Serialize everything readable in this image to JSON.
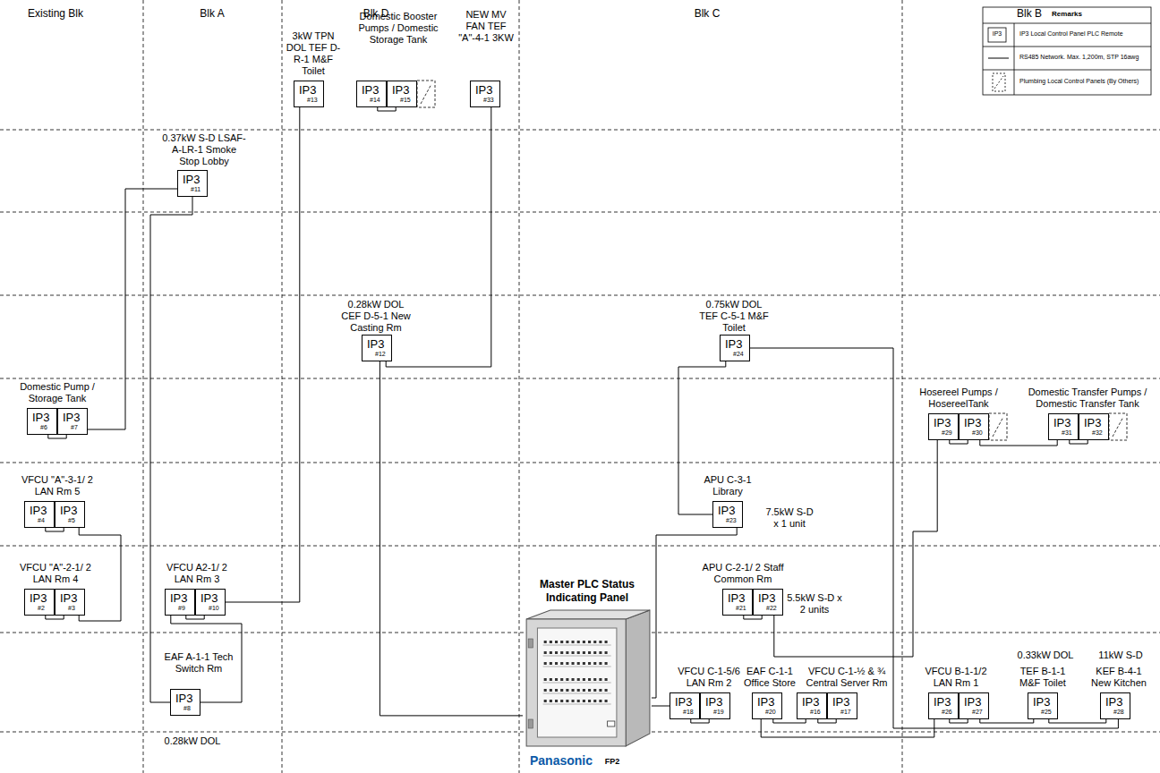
{
  "diagram": {
    "nodes": [
      {
        "text": [
          "IP3",
          "#13"
        ]
      },
      {
        "text": [
          "IP3",
          "#14"
        ]
      },
      {
        "text": [
          "IP3",
          "#15"
        ]
      },
      {
        "text": [
          "IP3",
          "#33"
        ]
      },
      {
        "text": [
          "IP3",
          "#11"
        ]
      },
      {
        "text": [
          "IP3",
          "#12"
        ]
      },
      {
        "text": [
          "IP3",
          "#24"
        ]
      },
      {
        "text": [
          "IP3",
          "#6"
        ]
      },
      {
        "text": [
          "IP3",
          "#7"
        ]
      },
      {
        "text": [
          "IP3",
          "#29"
        ]
      },
      {
        "text": [
          "IP3",
          "#30"
        ]
      },
      {
        "text": [
          "IP3",
          "#31"
        ]
      },
      {
        "text": [
          "IP3",
          "#32"
        ]
      },
      {
        "text": [
          "IP3",
          "#4"
        ]
      },
      {
        "text": [
          "IP3",
          "#5"
        ]
      },
      {
        "text": [
          "IP3",
          "#23"
        ]
      },
      {
        "text": [
          "IP3",
          "#2"
        ]
      },
      {
        "text": [
          "IP3",
          "#3"
        ]
      },
      {
        "text": [
          "IP3",
          "#9"
        ]
      },
      {
        "text": [
          "IP3",
          "#10"
        ]
      },
      {
        "text": [
          "Master PLC Status Indicating Panel"
        ]
      },
      {
        "text": [
          "IP3",
          "#21"
        ]
      },
      {
        "text": [
          "IP3",
          "#22"
        ]
      },
      {
        "text": [
          "IP3",
          "#8"
        ]
      },
      {
        "text": [
          "IP3",
          "#18"
        ]
      },
      {
        "text": [
          "IP3",
          "#19"
        ]
      },
      {
        "text": [
          "IP3",
          "#20"
        ]
      },
      {
        "text": [
          "IP3",
          "#16"
        ]
      },
      {
        "text": [
          "IP3",
          "#17"
        ]
      },
      {
        "text": [
          "IP3",
          "#26"
        ]
      },
      {
        "text": [
          "IP3",
          "#27"
        ]
      },
      {
        "text": [
          "IP3",
          "#25"
        ]
      },
      {
        "text": [
          "IP3",
          "#28"
        ]
      }
    ],
    "edges": [
      {
        "from": 20,
        "to": 5,
        "arrow": "none"
      },
      {
        "from": 5,
        "to": 3,
        "arrow": "none"
      },
      {
        "from": 0,
        "to": 19,
        "arrow": "none"
      },
      {
        "from": 19,
        "to": 18,
        "arrow": "none"
      },
      {
        "from": 18,
        "to": 23,
        "arrow": "none"
      },
      {
        "from": 23,
        "to": 4,
        "arrow": "none"
      },
      {
        "from": 4,
        "to": 8,
        "arrow": "none"
      },
      {
        "from": 8,
        "to": 7,
        "arrow": "none"
      },
      {
        "from": 13,
        "to": 14,
        "arrow": "none"
      },
      {
        "from": 14,
        "to": 17,
        "arrow": "none"
      },
      {
        "from": 16,
        "to": 17,
        "arrow": "none"
      },
      {
        "from": 1,
        "to": 2,
        "arrow": "none"
      },
      {
        "from": 20,
        "to": 15,
        "arrow": "none"
      },
      {
        "from": 20,
        "to": 24,
        "arrow": "none"
      },
      {
        "from": 24,
        "to": 25,
        "arrow": "none"
      },
      {
        "from": 21,
        "to": 22,
        "arrow": "none"
      },
      {
        "from": 22,
        "to": 9,
        "arrow": "none"
      },
      {
        "from": 9,
        "to": 10,
        "arrow": "none"
      },
      {
        "from": 10,
        "to": 11,
        "arrow": "none"
      },
      {
        "from": 11,
        "to": 12,
        "arrow": "none"
      },
      {
        "from": 15,
        "to": 6,
        "arrow": "none"
      },
      {
        "from": 6,
        "to": 32,
        "arrow": "none"
      },
      {
        "from": 32,
        "to": 31,
        "arrow": "none"
      },
      {
        "from": 31,
        "to": 30,
        "arrow": "none"
      },
      {
        "from": 30,
        "to": 29,
        "arrow": "none"
      },
      {
        "from": 29,
        "to": 26,
        "arrow": "none"
      },
      {
        "from": 26,
        "to": 27,
        "arrow": "none"
      },
      {
        "from": 27,
        "to": 28,
        "arrow": "none"
      }
    ],
    "labels": [
      "Existing Blk",
      "Blk A",
      "Blk D",
      "Blk C",
      "Blk B",
      "3kW TPN DOL TEF D-R-1 M&F Toilet",
      "Domestic Booster Pumps / Domestic Storage Tank",
      "NEW MV FAN TEF \"A\"-4-1 3KW",
      "0.37kW S-D LSAF-A-LR-1 Smoke Stop Lobby",
      "0.28kW DOL CEF D-5-1 New Casting Rm",
      "0.75kW DOL TEF C-5-1 M&F Toilet",
      "Domestic Pump / Storage Tank",
      "Hosereel Pumps / HosereelTank",
      "Domestic Transfer Pumps / Domestic Transfer Tank",
      "VFCU \"A\"-3-1/ 2 LAN Rm 5",
      "APU C-3-1 Library",
      "7.5kW S-D x 1 unit",
      "VFCU \"A\"-2-1/ 2 LAN Rm 4",
      "VFCU A2-1/ 2 LAN Rm 3",
      "APU C-2-1/ 2 Staff Common Rm",
      "5.5kW S-D x 2 units",
      "EAF A-1-1 Tech Switch Rm",
      "0.28kW DOL",
      "VFCU C-1-5/6 LAN Rm 2",
      "EAF C-1-1 Office Store",
      "VFCU C-1-½ & ¾ Central Server Rm",
      "VFCU B-1-1/2 LAN Rm 1",
      "0.33kW DOL",
      "11kW S-D",
      "TEF B-1-1 M&F Toilet",
      "KEF B-4-1 New Kitchen",
      "Remarks",
      "IP3",
      "Panasonic",
      "FP2"
    ],
    "legend": [
      {
        "text": "IP3 Local Control Panel PLC Remote"
      },
      {
        "text": "RS485 Network. Max. 1,200m, STP 16awg"
      },
      {
        "text": "Plumbing Local Control Panels (By Others)"
      }
    ]
  }
}
